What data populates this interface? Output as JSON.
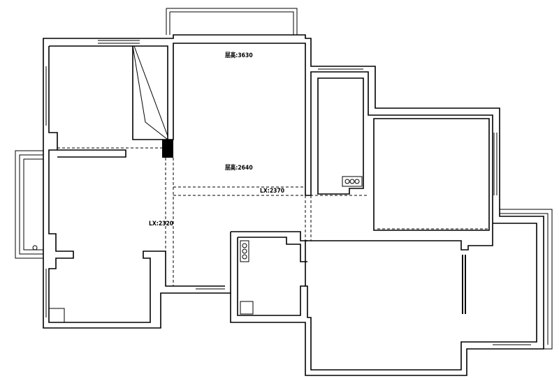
{
  "plan": {
    "labels": {
      "ceiling_height_1": "层高:3630",
      "ceiling_height_2": "层高:2640",
      "lx_horizontal": "LX:2370",
      "lx_vertical": "LX:2320"
    },
    "colors": {
      "wall": "#000000",
      "background": "#ffffff",
      "dash": "#000000"
    }
  }
}
